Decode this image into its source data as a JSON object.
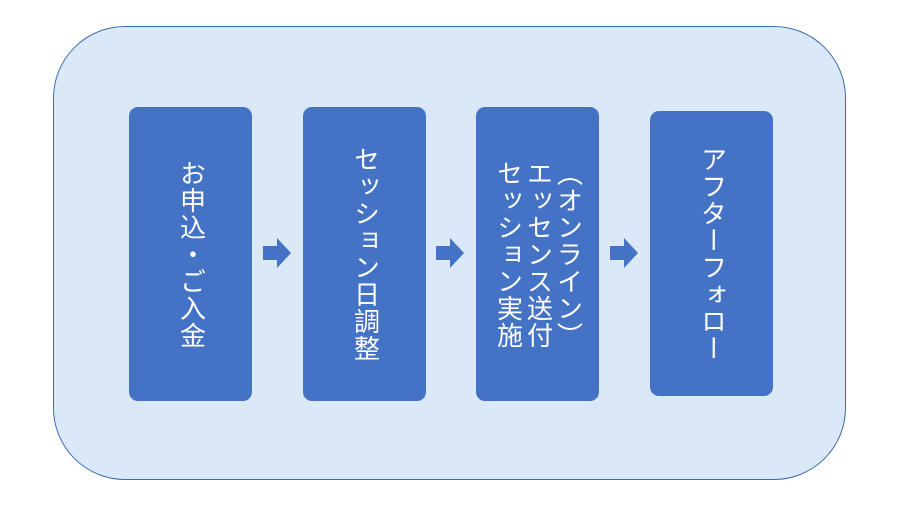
{
  "steps": [
    {
      "label": "お申込・ご入金"
    },
    {
      "label": "セッション日調整"
    },
    {
      "label": "（オンライン）\nエッセンス送付\nセッション実施"
    },
    {
      "label": "アフターフォロー"
    }
  ],
  "colors": {
    "panel_fill": "#dae8f7",
    "panel_border": "#3f6db0",
    "step_fill": "#4472c4",
    "step_text": "#ffffff",
    "arrow_fill": "#4472c4"
  },
  "icons": {
    "arrow": "arrow-right-icon"
  }
}
